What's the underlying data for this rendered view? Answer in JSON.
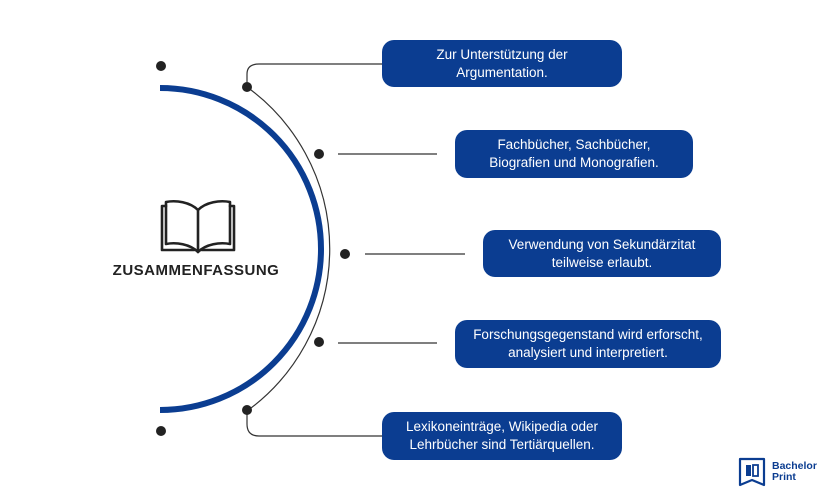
{
  "title": "ZUSAMMENFASSUNG",
  "icons": {
    "center": "open-book-icon",
    "logo": "bachelorprint-logo-icon"
  },
  "items": [
    {
      "lines": [
        "Zur Unterstützung der",
        "Argumentation."
      ]
    },
    {
      "lines": [
        "Fachbücher, Sachbücher,",
        "Biografien und Monografien."
      ]
    },
    {
      "lines": [
        "Verwendung von Sekundärzitat",
        "teilweise erlaubt."
      ]
    },
    {
      "lines": [
        "Forschungsgegenstand wird erforscht,",
        "analysiert und interpretiert."
      ]
    },
    {
      "lines": [
        "Lexikoneinträge, Wikipedia oder",
        "Lehrbücher sind Tertiärquellen."
      ]
    }
  ],
  "logo": {
    "line1": "Bachelor",
    "line2": "Print"
  },
  "colors": {
    "accent": "#0b3d91",
    "line": "#333333",
    "text": "#222222",
    "background": "#ffffff"
  }
}
